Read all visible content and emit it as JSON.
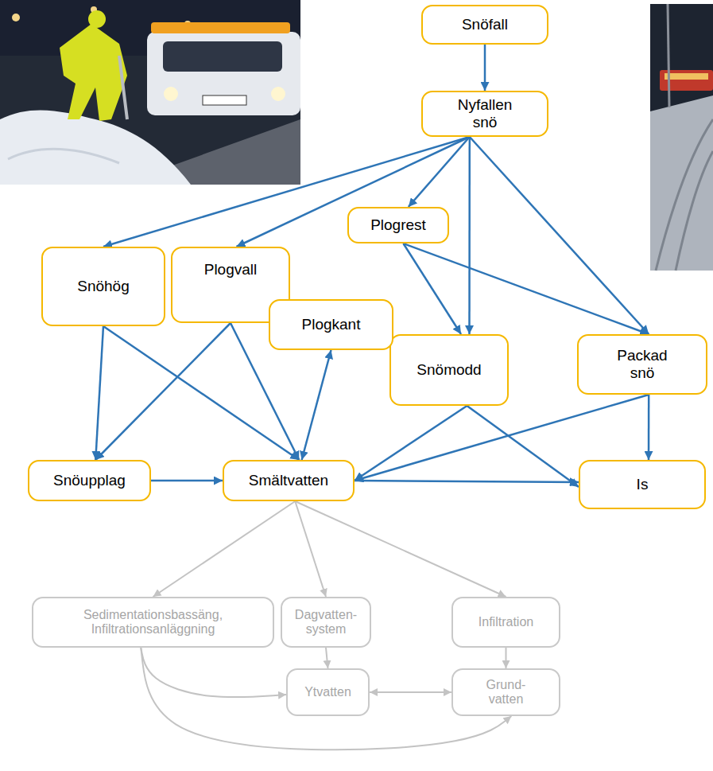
{
  "diagram": {
    "nodes": [
      {
        "text": [
          "Snöfall"
        ]
      },
      {
        "text": [
          "Nyfallen snö"
        ]
      },
      {
        "text": [
          "Plogrest"
        ]
      },
      {
        "text": [
          "Snöhög"
        ]
      },
      {
        "text": [
          "Plogvall"
        ]
      },
      {
        "text": [
          "Plogkant"
        ]
      },
      {
        "text": [
          "Snömodd"
        ]
      },
      {
        "text": [
          "Packad snö"
        ]
      },
      {
        "text": [
          "Snöupplag"
        ]
      },
      {
        "text": [
          "Smältvatten"
        ]
      },
      {
        "text": [
          "Is"
        ]
      },
      {
        "text": [
          "Sedimentationsbassäng, Infiltrationsanläggning"
        ]
      },
      {
        "text": [
          "Dagvatten- system"
        ]
      },
      {
        "text": [
          "Infiltration"
        ]
      },
      {
        "text": [
          "Ytvatten"
        ]
      },
      {
        "text": [
          "Grund- vatten"
        ]
      }
    ],
    "edges": [
      {
        "from": 0,
        "to": 1,
        "arrow": "to"
      },
      {
        "from": 1,
        "to": 3,
        "arrow": "to"
      },
      {
        "from": 1,
        "to": 4,
        "arrow": "to"
      },
      {
        "from": 1,
        "to": 2,
        "arrow": "to"
      },
      {
        "from": 1,
        "to": 6,
        "arrow": "to"
      },
      {
        "from": 1,
        "to": 7,
        "arrow": "to"
      },
      {
        "from": 2,
        "to": 6,
        "arrow": "to"
      },
      {
        "from": 2,
        "to": 7,
        "arrow": "to"
      },
      {
        "from": 3,
        "to": 8,
        "arrow": "to"
      },
      {
        "from": 3,
        "to": 9,
        "arrow": "to"
      },
      {
        "from": 4,
        "to": 8,
        "arrow": "to"
      },
      {
        "from": 4,
        "to": 9,
        "arrow": "to"
      },
      {
        "from": 5,
        "to": 9,
        "arrow": "both"
      },
      {
        "from": 6,
        "to": 9,
        "arrow": "to"
      },
      {
        "from": 6,
        "to": 10,
        "arrow": "to"
      },
      {
        "from": 7,
        "to": 9,
        "arrow": "to"
      },
      {
        "from": 7,
        "to": 10,
        "arrow": "to"
      },
      {
        "from": 8,
        "to": 9,
        "arrow": "to"
      },
      {
        "from": 9,
        "to": 10,
        "arrow": "to"
      },
      {
        "from": 9,
        "to": 11,
        "arrow": "to"
      },
      {
        "from": 9,
        "to": 12,
        "arrow": "to"
      },
      {
        "from": 9,
        "to": 13,
        "arrow": "to"
      },
      {
        "from": 12,
        "to": 14,
        "arrow": "to"
      },
      {
        "from": 13,
        "to": 15,
        "arrow": "to"
      },
      {
        "from": 11,
        "to": 14,
        "arrow": "to"
      },
      {
        "from": 11,
        "to": 15,
        "arrow": "to"
      },
      {
        "from": 14,
        "to": 15,
        "arrow": "both"
      }
    ]
  }
}
